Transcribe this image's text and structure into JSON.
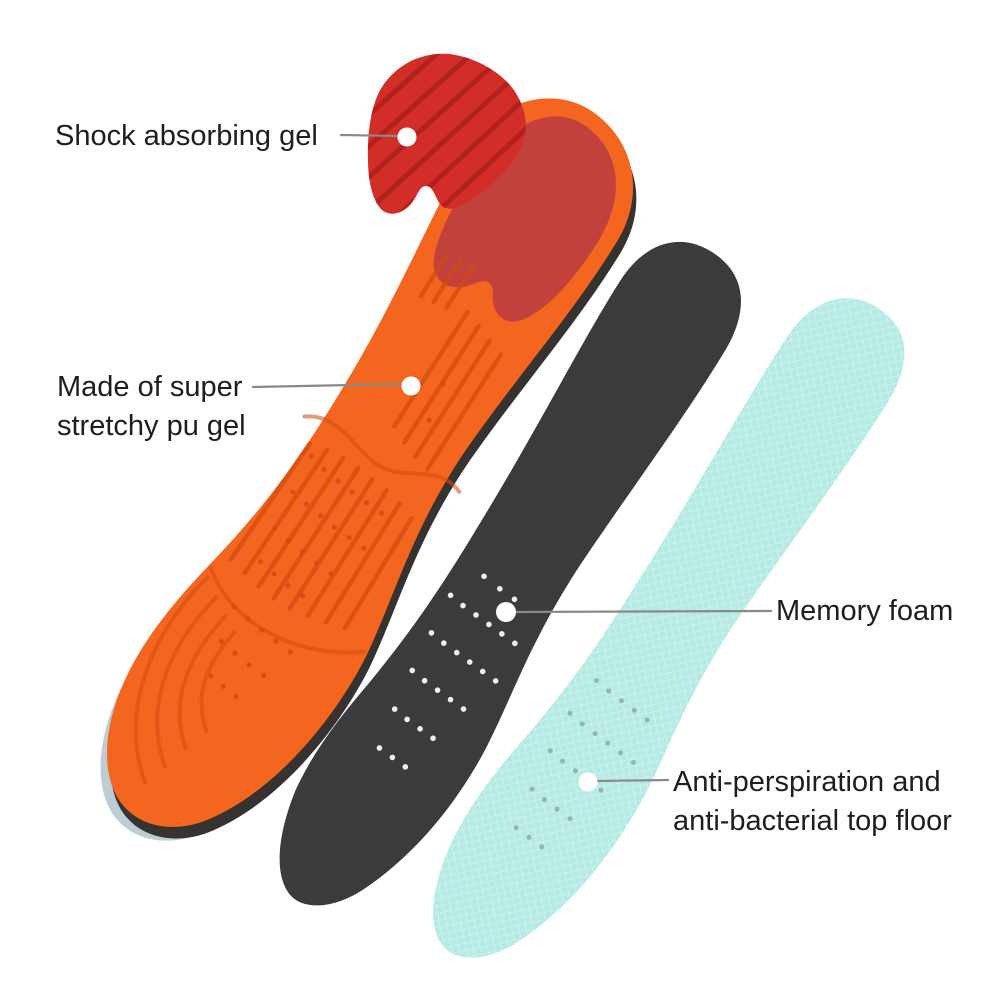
{
  "labels": {
    "shock_gel": {
      "text": "Shock absorbing gel"
    },
    "pu_gel": {
      "line1": "Made of super",
      "line2": "stretchy pu gel"
    },
    "memory_foam": {
      "text": "Memory foam"
    },
    "top_cloth": {
      "line1": "Anti-perspiration and",
      "line2": "anti-bacterial top floor"
    }
  },
  "colors": {
    "background": "#ffffff",
    "text": "#1e1e1e",
    "leader_line": "#8a8a8a",
    "callout_dot": "#ffffff",
    "gel_red": "#d32d28",
    "gel_ridge": "#a91e1c",
    "heel_inset_red": "#c2413d",
    "insole_orange": "#f4661f",
    "orange_detail": "#cf4a10",
    "underside_dark": "#363230",
    "underside_light": "#bccdd3",
    "insole_black": "#3a3b3d",
    "black_perforation": "#ffffff",
    "insole_teal": "#b5ebe4",
    "teal_mesh": "#e4f9f6",
    "teal_perforation": "#8fa9a6"
  }
}
